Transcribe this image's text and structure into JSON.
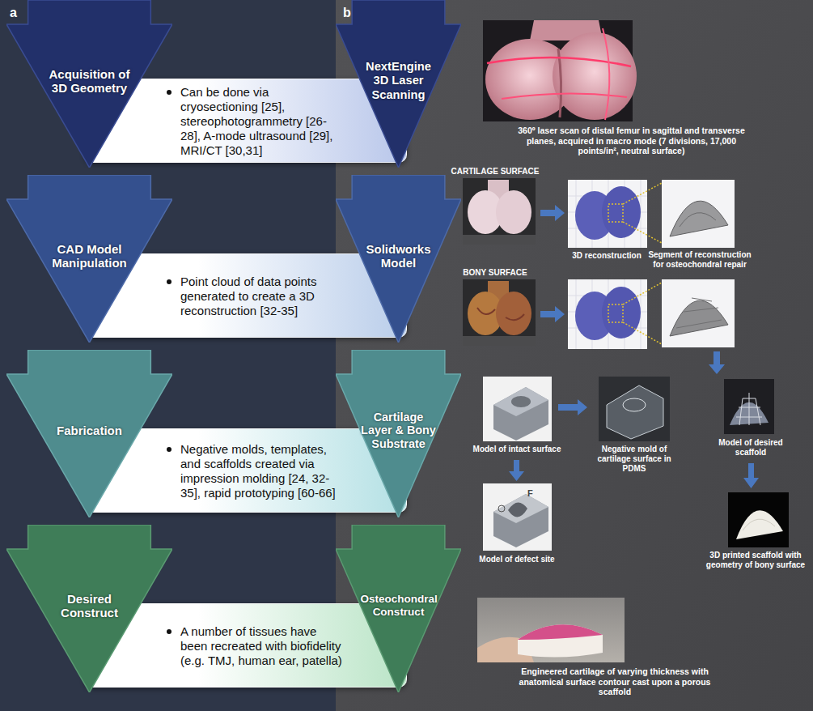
{
  "diagram": {
    "nodes": [
      {
        "text": [
          "Acquisition of 3D Geometry"
        ]
      },
      {
        "text": [
          "Can be done via cryosectioning [25], stereophotogrammetry [26-28], A-mode ultrasound [29], MRI/CT [30,31]"
        ]
      },
      {
        "text": [
          "NextEngine 3D Laser Scanning"
        ]
      },
      {
        "text": [
          "CAD Model Manipulation"
        ]
      },
      {
        "text": [
          "Point cloud of data points generated to create a 3D reconstruction [32-35]"
        ]
      },
      {
        "text": [
          "Solidworks Model"
        ]
      },
      {
        "text": [
          "Fabrication"
        ]
      },
      {
        "text": [
          "Negative molds, templates, and scaffolds created via impression molding [24, 32-35], rapid prototyping [60-66]"
        ]
      },
      {
        "text": [
          "Cartilage Layer & Bony Substrate"
        ]
      },
      {
        "text": [
          "Desired Construct"
        ]
      },
      {
        "text": [
          "A number of tissues have been recreated with biofidelity (e.g. TMJ, human ear, patella)"
        ]
      },
      {
        "text": [
          "Osteochondral Construct"
        ]
      }
    ],
    "labels": [
      "a",
      "b",
      "360º laser scan of distal femur in sagittal and transverse planes, acquired in macro mode (7 divisions, 17,000 points/in², neutral surface)",
      "CARTILAGE SURFACE",
      "3D reconstruction",
      "Segment of reconstruction for osteochondral repair",
      "BONY SURFACE",
      "Model of intact surface",
      "Negative mold of cartilage surface in PDMS",
      "Model of desired scaffold",
      "Model of defect site",
      "3D printed scaffold with geometry of bony surface",
      "Engineered cartilage of varying thickness with anatomical surface contour cast upon a porous scaffold",
      "F"
    ]
  }
}
